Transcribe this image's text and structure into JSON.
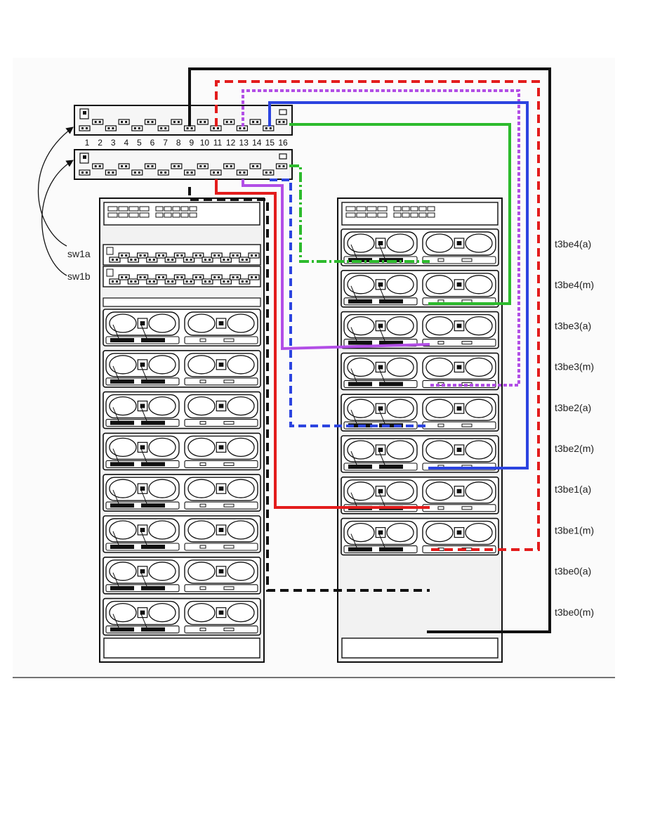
{
  "colors": {
    "background": "#ffffff",
    "panel_bg": "#f6f6f6",
    "rack_bg": "#f2f2f2",
    "black": "#111111",
    "red": "#e31c1c",
    "green": "#2dbb2d",
    "blue": "#2c44e0",
    "purple": "#b24ee6"
  },
  "switch": {
    "port_numbers": [
      "1",
      "2",
      "3",
      "4",
      "5",
      "6",
      "7",
      "8",
      "9",
      "10",
      "11",
      "12",
      "13",
      "14",
      "15",
      "16"
    ]
  },
  "switch_labels": [
    "sw1a",
    "sw1b"
  ],
  "tray_labels": [
    "t3be4(a)",
    "t3be4(m)",
    "t3be3(a)",
    "t3be3(m)",
    "t3be2(a)",
    "t3be2(m)",
    "t3be1(a)",
    "t3be1(m)",
    "t3be0(a)",
    "t3be0(m)"
  ],
  "icons": {
    "double_arrow": "curved-double-arrow-icon",
    "disk_tray": "disk-tray-icon",
    "ethernet_port": "ethernet-port-icon"
  }
}
